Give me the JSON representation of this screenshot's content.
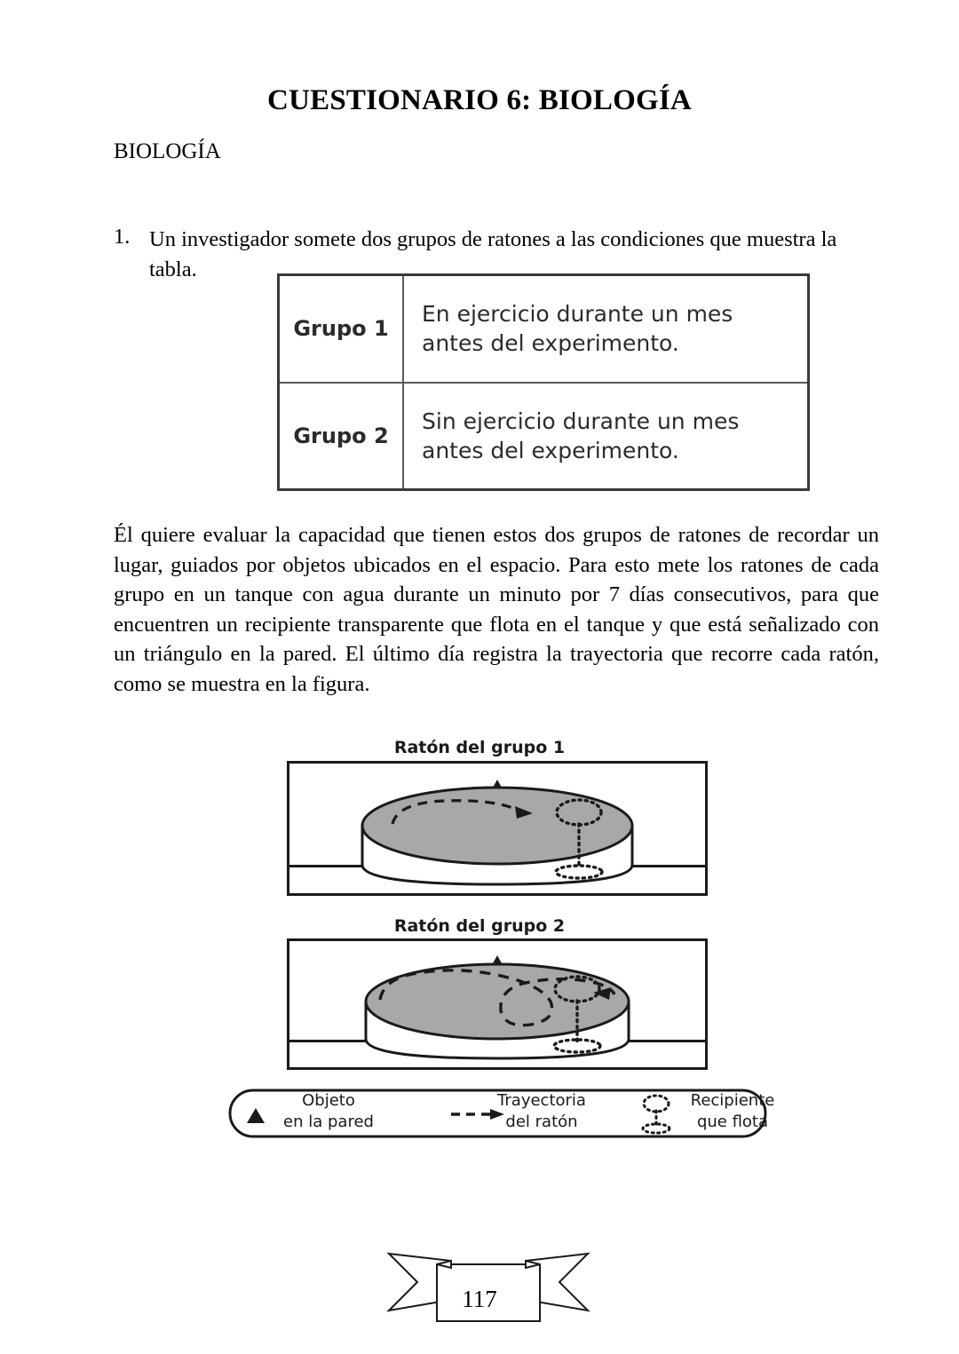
{
  "document": {
    "title": "CUESTIONARIO 6: BIOLOGÍA",
    "section_heading": "BIOLOGÍA",
    "page_number": "117"
  },
  "question": {
    "number": "1.",
    "prompt": "Un investigador somete dos grupos de ratones a las condiciones que muestra la tabla.",
    "body": "Él quiere evaluar la capacidad que tienen estos dos grupos de ratones de recordar un lugar, guiados por objetos ubicados en el espacio. Para esto mete los ratones de cada grupo en un tanque con agua durante un minuto por 7 días consecutivos, para que encuentren un recipiente transparente que flota en el tanque y que está señalizado con un triángulo en la pared. El último día registra la trayectoria que recorre cada ratón, como se muestra en la figura."
  },
  "condition_table": {
    "rows": [
      {
        "group": "Grupo 1",
        "condition": "En ejercicio durante un mes antes del experimento."
      },
      {
        "group": "Grupo 2",
        "condition": "Sin ejercicio durante un mes antes del experimento."
      }
    ]
  },
  "figure": {
    "panels": [
      {
        "label": "Ratón del grupo 1",
        "trajectory": "direct"
      },
      {
        "label": "Ratón del grupo 2",
        "trajectory": "meandering"
      }
    ],
    "legend": [
      {
        "icon": "triangle-icon",
        "line1": "Objeto",
        "line2": "en la pared"
      },
      {
        "icon": "dashed-arrow-icon",
        "line1": "Trayectoria",
        "line2": "del ratón"
      },
      {
        "icon": "floating-container-icon",
        "line1": "Recipiente",
        "line2": "que flota"
      }
    ]
  },
  "colors": {
    "ink": "#000000",
    "table_border": "#3a3a3a",
    "table_text": "#2b2b2b",
    "cylinder_top": "#a8a8a8",
    "figure_stroke": "#1a1a1a"
  }
}
